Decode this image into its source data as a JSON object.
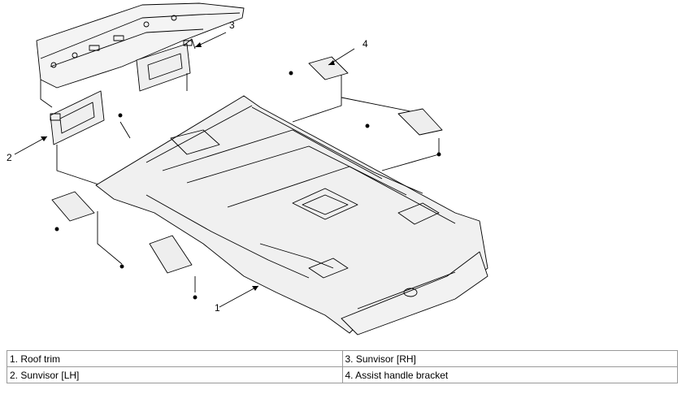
{
  "callouts": {
    "c1": "1",
    "c2": "2",
    "c3": "3",
    "c4": "4"
  },
  "legend": {
    "rows": [
      [
        "1. Roof trim",
        "3. Sunvisor [RH]"
      ],
      [
        "2. Sunvisor [LH]",
        "4. Assist handle bracket"
      ]
    ]
  }
}
